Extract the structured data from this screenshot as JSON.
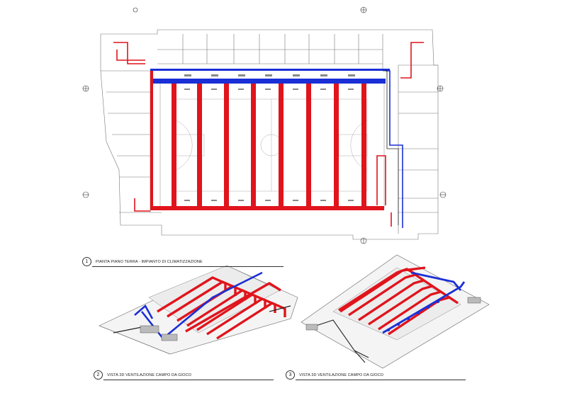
{
  "captions": [
    {
      "num": "1",
      "title": "PIANTA PIANO TERRA - IMPIANTO DI CLIMATIZZAZIONE"
    },
    {
      "num": "2",
      "title": "VISTA 3D VENTILAZIONE CAMPO DA GIOCO"
    },
    {
      "num": "3",
      "title": "VISTA 3D VENTILAZIONE CAMPO DA GIOCO"
    }
  ],
  "colors": {
    "supply_duct": "#e0141c",
    "return_duct": "#1a2fd6",
    "wall_line": "#666666",
    "background": "#ffffff"
  }
}
